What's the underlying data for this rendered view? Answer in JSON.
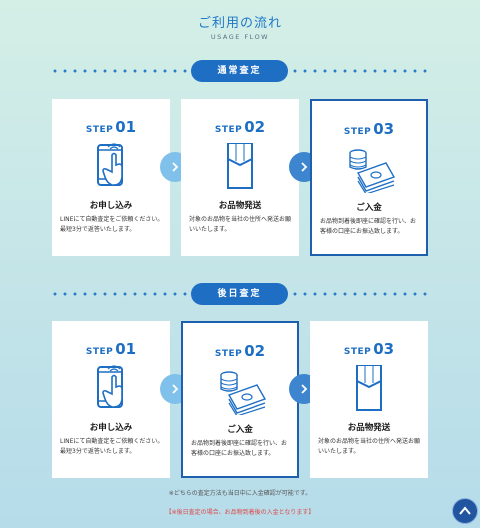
{
  "header": {
    "title": "ご利用の流れ",
    "subtitle": "USAGE FLOW"
  },
  "sections": [
    {
      "label": "通常査定",
      "steps": [
        {
          "step_word": "STEP",
          "step_num": "01",
          "icon": "smartphone-tap-icon",
          "title": "お申し込み",
          "desc": "LINEにて自動査定をご依頼ください。最短3分で返答いたします。"
        },
        {
          "step_word": "STEP",
          "step_num": "02",
          "icon": "envelope-icon",
          "title": "お品物発送",
          "desc": "対象のお品物を当社の住所へ発送お願いいたします。"
        },
        {
          "step_word": "STEP",
          "step_num": "03",
          "icon": "money-icon",
          "title": "ご入金",
          "desc": "お品物到着後即座に確認を行い、お客様の口座にお振込致します。"
        }
      ]
    },
    {
      "label": "後日査定",
      "steps": [
        {
          "step_word": "STEP",
          "step_num": "01",
          "icon": "smartphone-tap-icon",
          "title": "お申し込み",
          "desc": "LINEにて自動査定をご依頼ください。最短3分で返答いたします。"
        },
        {
          "step_word": "STEP",
          "step_num": "02",
          "icon": "money-icon",
          "title": "ご入金",
          "desc": "お品物到着後即座に確認を行い、お客様の口座にお振込致します。"
        },
        {
          "step_word": "STEP",
          "step_num": "03",
          "icon": "envelope-icon",
          "title": "お品物発送",
          "desc": "対象のお品物を当社の住所へ発送お願いいたします。"
        }
      ]
    }
  ],
  "footer": {
    "note": "※どちらの査定方法も当日中に入金確認が可能です。",
    "warning": "【※後日査定の場合、お品物到着後の入金となります】"
  },
  "colors": {
    "accent": "#1e6fc4",
    "arrow_light": "#7fc1ea",
    "arrow_dark": "#3d86cf",
    "warning": "#e04848"
  }
}
